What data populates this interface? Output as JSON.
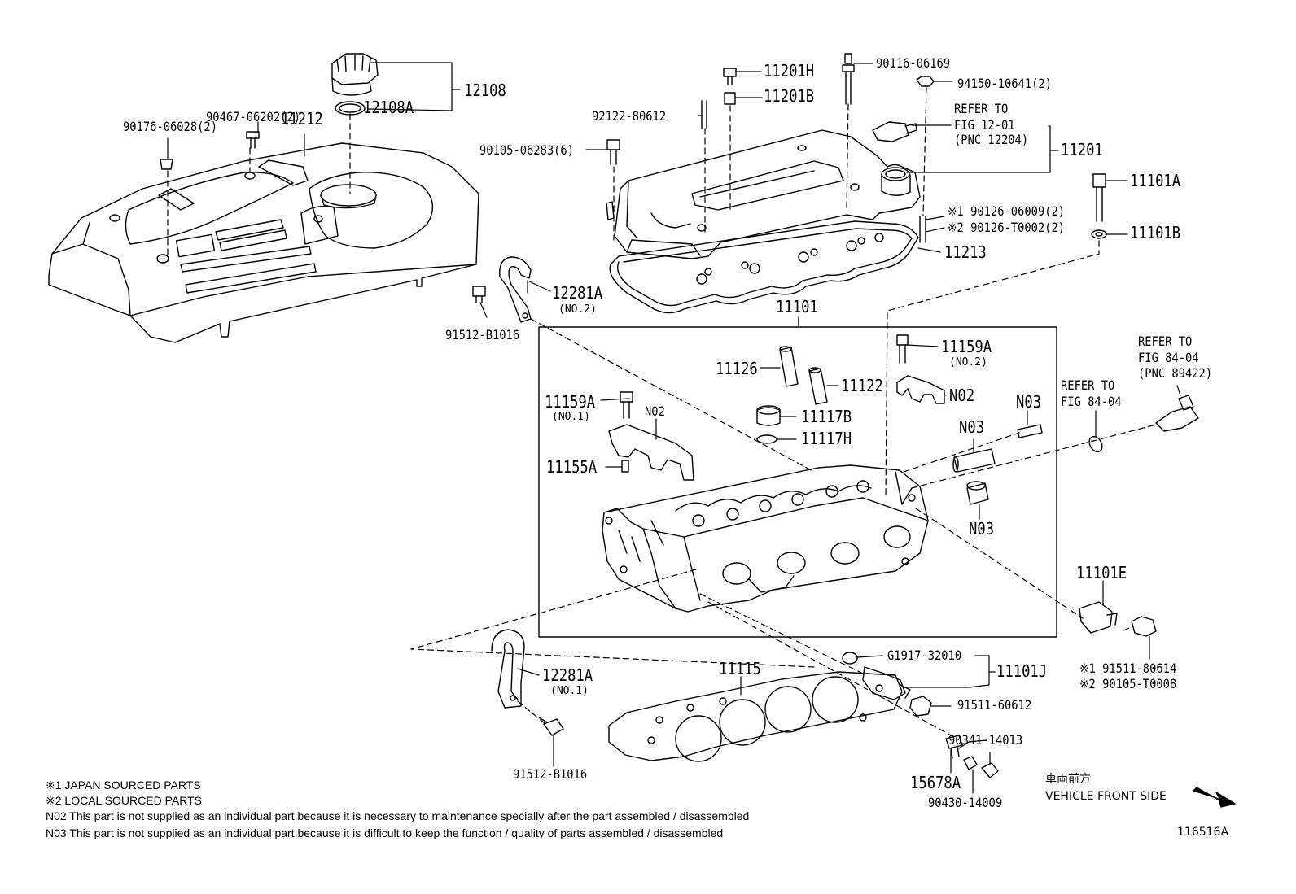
{
  "labels": {
    "p12108": "12108",
    "p12108A": "12108A",
    "p90467": "90467-06202(2)",
    "p90176": "90176-06028(2)",
    "p11212": "11212",
    "p11201H": "11201H",
    "p11201B": "11201B",
    "p90116": "90116-06169",
    "p94150": "94150-10641(2)",
    "p92122": "92122-80612",
    "p90105_6283": "90105-06283(6)",
    "refer1_a": "REFER TO",
    "refer1_b": "FIG 12-01",
    "refer1_c": "(PNC 12204)",
    "p11201": "11201",
    "p11101A": "11101A",
    "p90126_a": "※1 90126-06009(2)",
    "p90126_b": "※2 90126-T0002(2)",
    "p11101B": "11101B",
    "p11213": "11213",
    "p12281A_top": "12281A",
    "no2_a": "(NO.2)",
    "p91512_top": "91512-B1016",
    "p11101": "11101",
    "p11159A_r": "11159A",
    "no2_b": "(NO.2)",
    "refer2_a": "REFER TO",
    "refer2_b": "FIG 84-04",
    "refer2_c": "(PNC 89422)",
    "refer3_a": "REFER TO",
    "refer3_b": "FIG 84-04",
    "p11126": "11126",
    "p11122": "11122",
    "n02_r": "N02",
    "n03_a": "N03",
    "n03_b": "N03",
    "n03_c": "N03",
    "p11159A_l": "11159A",
    "no1_a": "(NO.1)",
    "n02_l": "N02",
    "p11117B": "11117B",
    "p11117H": "11117H",
    "p11155A": "11155A",
    "p11101E": "11101E",
    "p91511_80614": "※1 91511-80614",
    "p90105_T0008": "※2 90105-T0008",
    "pG1917": "G1917-32010",
    "p11101J": "11101J",
    "p11115": "11115",
    "p12281A_bot": "12281A",
    "no1_b": "(NO.1)",
    "p91511_60612": "91511-60612",
    "p90341": "90341-14013",
    "p15678A": "15678A",
    "p90430": "90430-14009",
    "p91512_bot": "91512-B1016",
    "jp_front": "車両前方",
    "vehicle_front": "VEHICLE FRONT SIDE",
    "illus_id": "116516A"
  },
  "notes": [
    "※1 JAPAN SOURCED PARTS",
    "※2 LOCAL SOURCED PARTS",
    "N02 This part is not supplied as an individual part,because it is necessary to maintenance specially after the part assembled / disassembled",
    "N03 This part is not supplied as an individual part,because it is difficult to keep the function / quality of parts assembled / disassembled"
  ]
}
